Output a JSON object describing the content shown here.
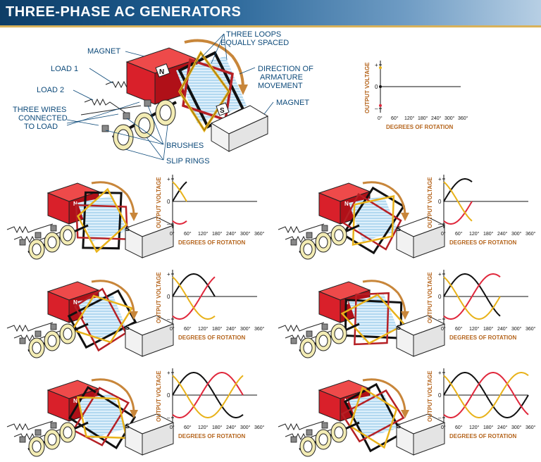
{
  "title": "THREE-PHASE AC GENERATORS",
  "labels": {
    "magnet_left": "MAGNET",
    "three_loops_line1": "THREE LOOPS",
    "three_loops_line2": "EQUALLY SPACED",
    "load1": "LOAD 1",
    "load2": "LOAD 2",
    "direction_line1": "DIRECTION OF",
    "direction_line2": "ARMATURE",
    "direction_line3": "MOVEMENT",
    "magnet_right": "MAGNET",
    "three_wires_line1": "THREE WIRES",
    "three_wires_line2": "CONNECTED",
    "three_wires_line3": "TO LOAD",
    "brushes": "BRUSHES",
    "slip_rings": "SLIP RINGS",
    "pole_n": "N",
    "pole_s": "S"
  },
  "axis": {
    "ylabel": "OUTPUT VOLTAGE",
    "xlabel": "DEGREES OF ROTATION",
    "plus": "+",
    "minus": "–",
    "zero": "0",
    "ticks": [
      "0°",
      "60°",
      "120°",
      "180°",
      "240°",
      "300°",
      "360°"
    ]
  },
  "colors": {
    "phase_black": "#111111",
    "phase_red": "#e0283c",
    "phase_yellow": "#e8b21a",
    "axis_label": "#b5651d",
    "magnet_red": "#d9202a",
    "ring_fill": "#f3ecb4",
    "arrow_orange": "#c8863a"
  },
  "chart_data": [
    {
      "type": "line",
      "phase_offsets_deg": [
        0,
        120,
        240
      ],
      "series": [
        {
          "color": "black",
          "x_end_deg": 0
        },
        {
          "color": "red",
          "x_end_deg": 0
        },
        {
          "color": "yellow",
          "x_end_deg": 0
        }
      ],
      "x_range": [
        0,
        360
      ],
      "y_range": [
        -1,
        1
      ]
    },
    {
      "type": "line",
      "series": [
        {
          "color": "black",
          "x_end_deg": 60
        },
        {
          "color": "red",
          "x_end_deg": 60
        },
        {
          "color": "yellow",
          "x_end_deg": 60
        }
      ],
      "x_range": [
        0,
        360
      ],
      "y_range": [
        -1,
        1
      ]
    },
    {
      "type": "line",
      "series": [
        {
          "color": "black",
          "x_end_deg": 120
        },
        {
          "color": "red",
          "x_end_deg": 120
        },
        {
          "color": "yellow",
          "x_end_deg": 120
        }
      ],
      "x_range": [
        0,
        360
      ],
      "y_range": [
        -1,
        1
      ]
    },
    {
      "type": "line",
      "series": [
        {
          "color": "black",
          "x_end_deg": 180
        },
        {
          "color": "red",
          "x_end_deg": 180
        },
        {
          "color": "yellow",
          "x_end_deg": 180
        }
      ],
      "x_range": [
        0,
        360
      ],
      "y_range": [
        -1,
        1
      ]
    },
    {
      "type": "line",
      "series": [
        {
          "color": "black",
          "x_end_deg": 240
        },
        {
          "color": "red",
          "x_end_deg": 240
        },
        {
          "color": "yellow",
          "x_end_deg": 240
        }
      ],
      "x_range": [
        0,
        360
      ],
      "y_range": [
        -1,
        1
      ]
    },
    {
      "type": "line",
      "series": [
        {
          "color": "black",
          "x_end_deg": 300
        },
        {
          "color": "red",
          "x_end_deg": 300
        },
        {
          "color": "yellow",
          "x_end_deg": 300
        }
      ],
      "x_range": [
        0,
        360
      ],
      "y_range": [
        -1,
        1
      ]
    },
    {
      "type": "line",
      "series": [
        {
          "color": "black",
          "x_end_deg": 360
        },
        {
          "color": "red",
          "x_end_deg": 360
        },
        {
          "color": "yellow",
          "x_end_deg": 360
        }
      ],
      "x_range": [
        0,
        360
      ],
      "y_range": [
        -1,
        1
      ]
    }
  ]
}
